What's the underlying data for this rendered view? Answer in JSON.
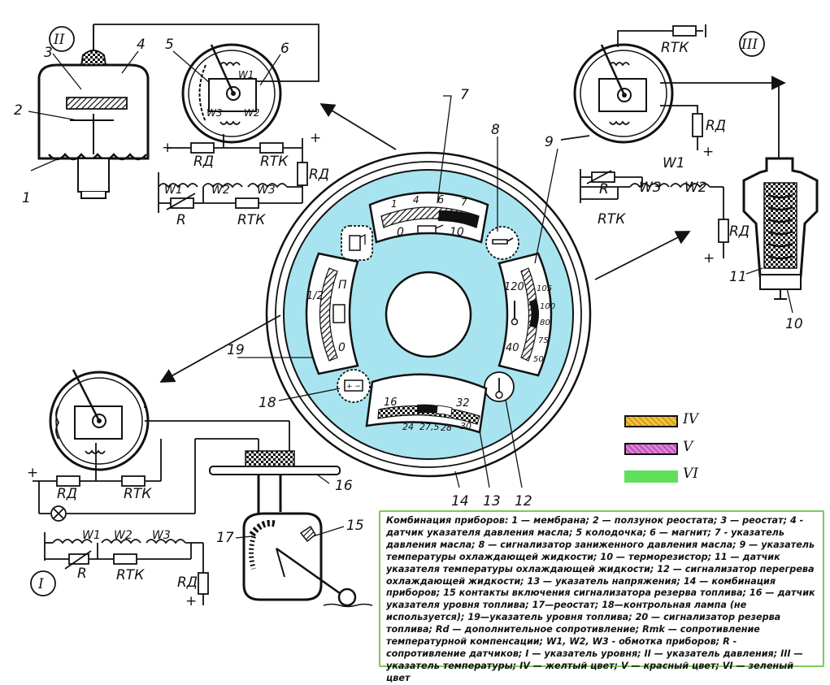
{
  "diagram": {
    "roman_labels": {
      "I": "I",
      "II": "II",
      "III": "III"
    },
    "callouts": {
      "n1": "1",
      "n2": "2",
      "n3": "3",
      "n4": "4",
      "n5": "5",
      "n6": "6",
      "n7": "7",
      "n8": "8",
      "n9": "9",
      "n10": "10",
      "n11": "11",
      "n12": "12",
      "n13": "13",
      "n14": "14",
      "n15": "15",
      "n16": "16",
      "n17": "17",
      "n18": "18",
      "n19": "19"
    },
    "components": {
      "rd": "RД",
      "rtk": "RТК",
      "r": "R",
      "w1": "W1",
      "w2": "W2",
      "w3": "W3",
      "plus": "+",
      "minus": "−"
    },
    "gauges": {
      "oil": {
        "top_ticks": [
          "1",
          "4",
          "6",
          "7"
        ],
        "bottom": [
          "0",
          "10"
        ]
      },
      "fuel": {
        "labels": [
          "П",
          "1/2",
          "0"
        ]
      },
      "temp": {
        "left": [
          "120",
          "40"
        ],
        "right": [
          "105",
          "100",
          "80",
          "75",
          "50"
        ]
      },
      "voltage": {
        "top": [
          "16",
          "32"
        ],
        "bottom": [
          "24",
          "27,5",
          "28",
          "30"
        ]
      }
    },
    "swatches": [
      {
        "label": "IV",
        "color": "#f0c63a"
      },
      {
        "label": "V",
        "color": "#e77de0"
      },
      {
        "label": "VI",
        "color": "#5fe05a"
      }
    ],
    "colors": {
      "panel": "#a8e4ef",
      "legend_border": "#7dc95a"
    }
  },
  "legend": {
    "text": "Комбинация приборов: 1 — мембрана; 2 — ползунок реостата; 3 — реостат; 4 - датчик указателя давления масла; 5 колодочка; 6 — магнит; 7 - указатель давления масла; 8 — сигнализатор заниженного давления масла; 9 — указатель температуры охлаждающей жидкости; 10 — терморезистор; 11 — датчик указателя температуры охлаждающей жидкости; 12 — сигнализатор перегрева охлаждающей жидкости; 13 — указатель напряжения; 14 — комбинация приборов; 15 контакты включения сигнализатора резерва топлива; 16 — датчик указателя уровня топлива; 17—реостат; 18—контрольная лампа (не используется); 19—указатель уровня топлива; 20 — сигнализатор резерва топлива; Rd — дополнительное сопротивление; Rmk — сопротивление температурной компенсации; W1, W2, W3 - обмотка приборов; R - сопротивление датчиков; I — указатель уровня; II — указатель давления; III — указатель температуры; IV — желтый цвет; V — красный цвет; VI — зеленый цвет"
  }
}
